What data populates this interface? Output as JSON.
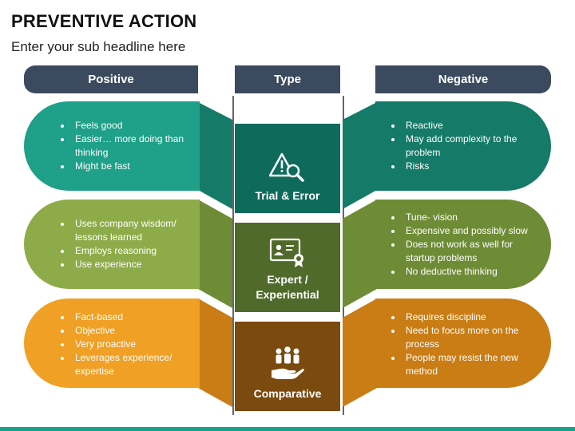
{
  "title": "PREVENTIVE ACTION",
  "subtitle": "Enter your sub headline here",
  "headers": {
    "positive": "Positive",
    "type": "Type",
    "negative": "Negative"
  },
  "colors": {
    "header": "#3b4a5e",
    "row1": "#1fa088",
    "row1_dark": "#0e6b5c",
    "row1_flap": "#167a68",
    "row2": "#8dac49",
    "row2_dark": "#4f6a2a",
    "row2_flap": "#6e8c36",
    "row3": "#f0a025",
    "row3_dark": "#7a4a0e",
    "row3_flap": "#c97d14"
  },
  "rows": [
    {
      "type_label": "Trial & Error",
      "icon": "warning-magnifier-icon",
      "positive": [
        "Feels good",
        "Easier… more doing than thinking",
        "Might be fast"
      ],
      "negative": [
        "Reactive",
        "May add complexity to the problem",
        "Risks"
      ]
    },
    {
      "type_label": "Expert / Experiential",
      "icon": "certificate-icon",
      "positive": [
        "Uses company wisdom/ lessons learned",
        "Employs reasoning",
        "Use experience"
      ],
      "negative": [
        "Tune- vision",
        "Expensive and possibly slow",
        "Does not work as well for startup problems",
        "No deductive thinking"
      ]
    },
    {
      "type_label": "Comparative",
      "icon": "people-hand-icon",
      "positive": [
        "Fact-based",
        "Objective",
        "Very proactive",
        "Leverages experience/ expertise"
      ],
      "negative": [
        "Requires discipline",
        "Need to focus more on the process",
        "People may resist the new method"
      ]
    }
  ]
}
